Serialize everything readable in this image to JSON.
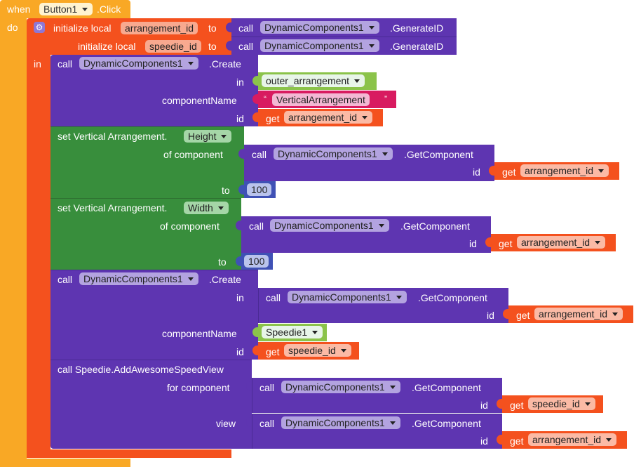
{
  "event": {
    "when": "when",
    "do": "do",
    "component": "Button1",
    "event_name": ".Click"
  },
  "locals": [
    {
      "label": "initialize local",
      "name": "arrangement_id",
      "to": "to",
      "call": "call",
      "component": "DynamicComponents1",
      "method": ".GenerateID"
    },
    {
      "label": "initialize local",
      "name": "speedie_id",
      "to": "to",
      "call": "call",
      "component": "DynamicComponents1",
      "method": ".GenerateID"
    }
  ],
  "in_label": "in",
  "create1": {
    "call": "call",
    "component": "DynamicComponents1",
    "method": ".Create",
    "in_label": "in",
    "in_value": "outer_arrangement",
    "name_label": "componentName",
    "name_value": "VerticalArrangement",
    "id_label": "id",
    "id_get": "get",
    "id_var": "arrangement_id"
  },
  "set_height": {
    "title": "set Vertical Arrangement.",
    "property": "Height",
    "of_label": "of component",
    "call": "call",
    "component": "DynamicComponents1",
    "method": ".GetComponent",
    "id_label": "id",
    "id_get": "get",
    "id_var": "arrangement_id",
    "to_label": "to",
    "to_value": "100"
  },
  "set_width": {
    "title": "set Vertical Arrangement.",
    "property": "Width",
    "of_label": "of component",
    "call": "call",
    "component": "DynamicComponents1",
    "method": ".GetComponent",
    "id_label": "id",
    "id_get": "get",
    "id_var": "arrangement_id",
    "to_label": "to",
    "to_value": "100"
  },
  "create2": {
    "call": "call",
    "component": "DynamicComponents1",
    "method": ".Create",
    "in_label": "in",
    "in_call": "call",
    "in_component": "DynamicComponents1",
    "in_method": ".GetComponent",
    "in_id_label": "id",
    "in_id_get": "get",
    "in_id_var": "arrangement_id",
    "name_label": "componentName",
    "name_value": "Speedie1",
    "id_label": "id",
    "id_get": "get",
    "id_var": "speedie_id"
  },
  "speedie": {
    "title": "call Speedie.AddAwesomeSpeedView",
    "for_label": "for component",
    "for_call": "call",
    "for_component": "DynamicComponents1",
    "for_method": ".GetComponent",
    "for_id_label": "id",
    "for_id_get": "get",
    "for_id_var": "speedie_id",
    "view_label": "view",
    "view_call": "call",
    "view_component": "DynamicComponents1",
    "view_method": ".GetComponent",
    "view_id_label": "id",
    "view_id_get": "get",
    "view_id_var": "arrangement_id"
  },
  "colors": {
    "event": "#f9a825",
    "local": "#f4511e",
    "component": "#5e35b1",
    "setter": "#388e3c",
    "text": "#d81b60",
    "number": "#3f51b5",
    "green_block": "#8bc34a"
  }
}
